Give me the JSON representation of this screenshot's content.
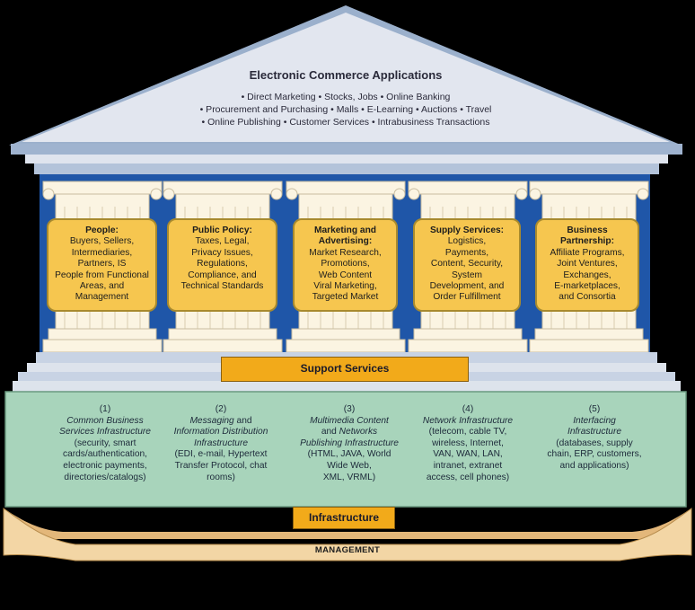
{
  "roof": {
    "title": "Electronic Commerce Applications",
    "lines": [
      "• Direct Marketing • Stocks, Jobs • Online Banking",
      "• Procurement and Purchasing • Malls • E-Learning • Auctions • Travel",
      "• Online Publishing • Customer Services • Intrabusiness Transactions"
    ]
  },
  "pillars": [
    {
      "title_lines": [
        "People:"
      ],
      "body_lines": [
        "Buyers, Sellers,",
        "Intermediaries,",
        "Partners, IS",
        "People from Functional",
        "Areas, and",
        "Management"
      ]
    },
    {
      "title_lines": [
        "Public Policy:"
      ],
      "body_lines": [
        "Taxes, Legal,",
        "Privacy Issues,",
        "Regulations,",
        "Compliance, and",
        "Technical Standards"
      ]
    },
    {
      "title_lines": [
        "Marketing and",
        "Advertising:"
      ],
      "body_lines": [
        "Market Research,",
        "Promotions,",
        "Web Content",
        "Viral Marketing,",
        "Targeted Market"
      ]
    },
    {
      "title_lines": [
        "Supply Services:"
      ],
      "body_lines": [
        "Logistics,",
        "Payments,",
        "Content, Security,",
        "System",
        "Development, and",
        "Order Fulfillment"
      ]
    },
    {
      "title_lines": [
        "Business",
        "Partnership:"
      ],
      "body_lines": [
        "Affiliate Programs,",
        "Joint Ventures,",
        "Exchanges,",
        "E-marketplaces,",
        "and Consortia"
      ]
    }
  ],
  "support_label": "Support Services",
  "infrastructure_columns": [
    {
      "num": "(1)",
      "italic_lines": [
        "Common Business",
        "Services Infrastructure"
      ],
      "plain_lines": [
        "(security, smart",
        "cards/authentication,",
        "electronic payments,",
        "directories/catalogs)"
      ]
    },
    {
      "num": "(2)",
      "lines_mixed": [
        {
          "it": "Messaging",
          "pl": " and"
        },
        {
          "it": "Information Distribution",
          "pl": ""
        },
        {
          "it": "Infrastructure",
          "pl": ""
        }
      ],
      "plain_lines": [
        "(EDI, e-mail, Hypertext",
        "Transfer Protocol, chat",
        "rooms)"
      ]
    },
    {
      "num": "(3)",
      "lines_mixed": [
        {
          "it": "Multimedia Content",
          "pl": ""
        },
        {
          "it": "",
          "pl": "and ",
          "it2": "Networks"
        },
        {
          "it": "Publishing Infrastructure",
          "pl": ""
        }
      ],
      "plain_lines": [
        "(HTML, JAVA, World",
        "Wide Web,",
        "XML, VRML)"
      ]
    },
    {
      "num": "(4)",
      "italic_lines": [
        "Network Infrastructure"
      ],
      "plain_lines": [
        "(telecom, cable TV,",
        "wireless, Internet,",
        "VAN, WAN, LAN,",
        "intranet, extranet",
        "access, cell phones)"
      ]
    },
    {
      "num": "(5)",
      "italic_lines": [
        "Interfacing",
        "Infrastructure"
      ],
      "plain_lines": [
        "(databases, supply",
        "chain, ERP, customers,",
        "and applications)"
      ]
    }
  ],
  "infrastructure_label": "Infrastructure",
  "management_label": "MANAGEMENT"
}
